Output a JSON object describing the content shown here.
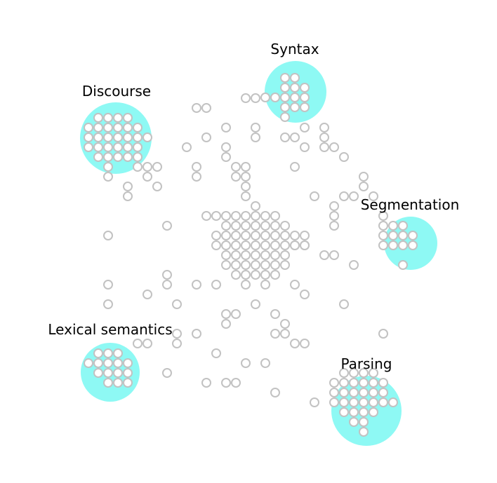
{
  "colors": {
    "cluster_fill": "#8ef9f4",
    "node_stroke": "#c2c2c2",
    "node_fill": "#ffffff",
    "label": "#000000",
    "background": "#ffffff"
  },
  "clusters": [
    {
      "id": "syntax",
      "label": "Syntax"
    },
    {
      "id": "discourse",
      "label": "Discourse"
    },
    {
      "id": "segmentation",
      "label": "Segmentation"
    },
    {
      "id": "lexical-semantics",
      "label": "Lexical semantics"
    },
    {
      "id": "parsing",
      "label": "Parsing"
    }
  ]
}
